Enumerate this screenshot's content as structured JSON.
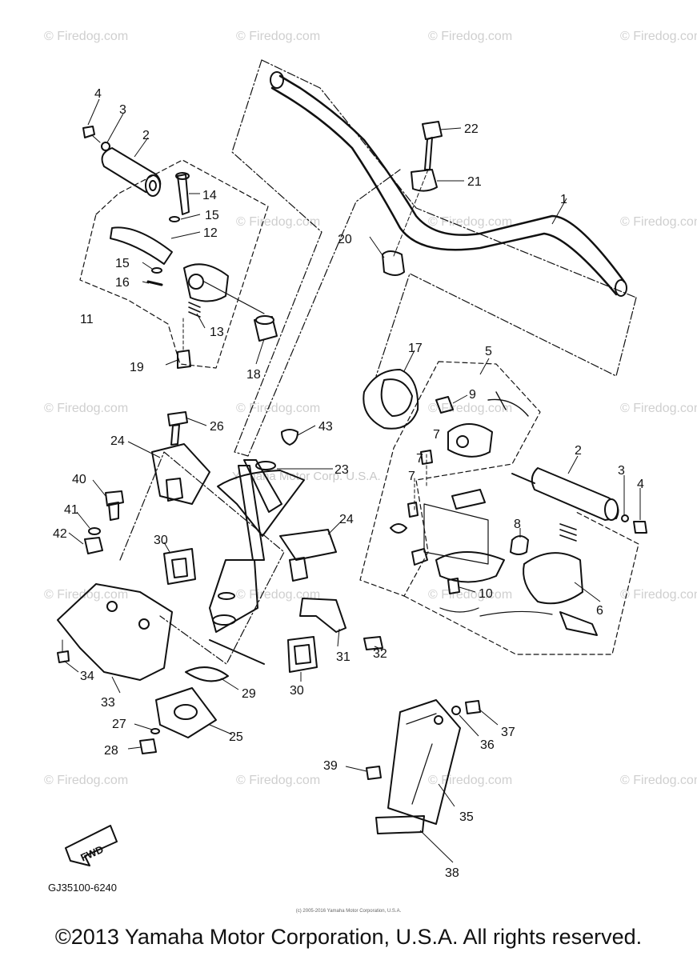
{
  "watermarks": [
    "© Firedog.com",
    "© Firedog.com",
    "© Firedog.com",
    "© Firedog.com",
    "© Firedog.com",
    "© Firedog.com",
    "© Firedog.com",
    "© Firedog.com",
    "© Firedog.com",
    "© Firedog.com",
    "© Firedog.com",
    "© Firedog.com",
    "© Firedog.com",
    "© Firedog.com",
    "© Firedog.com",
    "© Firedog.com",
    "© Firedog.com",
    "© Firedog.com",
    "© Firedog.com"
  ],
  "center_watermark": "Yamaha Motor Corp. U.S.A.",
  "part_numbers": [
    "1",
    "2",
    "2",
    "3",
    "3",
    "4",
    "4",
    "5",
    "6",
    "7",
    "7",
    "7",
    "8",
    "9",
    "10",
    "11",
    "12",
    "13",
    "14",
    "15",
    "15",
    "16",
    "17",
    "18",
    "19",
    "20",
    "21",
    "22",
    "23",
    "24",
    "24",
    "25",
    "26",
    "27",
    "28",
    "29",
    "30",
    "30",
    "31",
    "32",
    "33",
    "34",
    "35",
    "36",
    "37",
    "38",
    "39",
    "40",
    "41",
    "42",
    "43"
  ],
  "fwd_label": "FWD",
  "diagram_code": "GJ35100-6240",
  "small_notice": "(c) 2005-2016 Yamaha Motor Corporation, U.S.A.",
  "copyright": "©2013 Yamaha Motor Corporation, U.S.A. All rights reserved."
}
